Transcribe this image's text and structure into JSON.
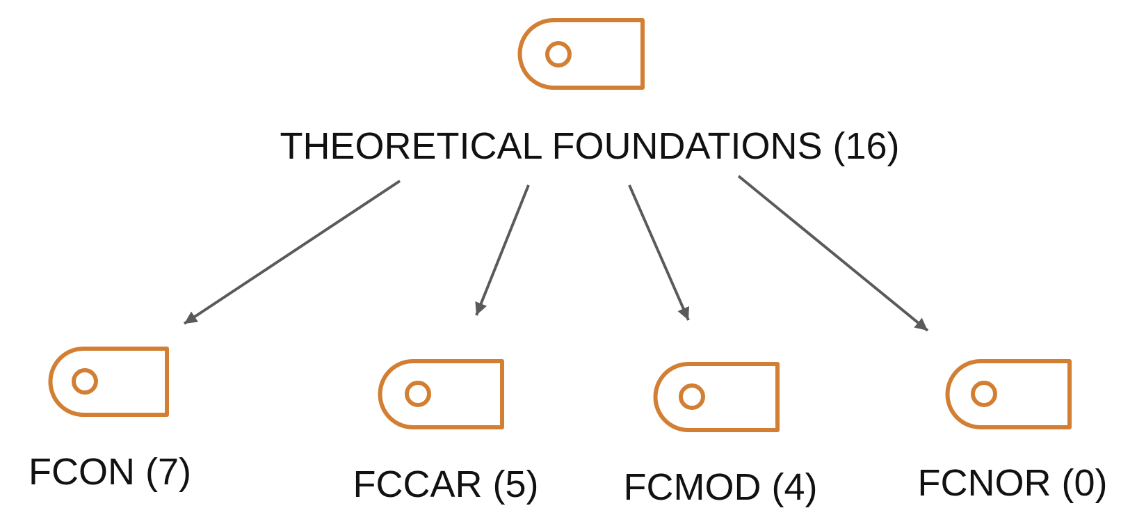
{
  "diagram": {
    "root": {
      "label": "THEORETICAL FOUNDATIONS (16)",
      "icon": "tag-icon"
    },
    "children": [
      {
        "label": "FCON (7)",
        "icon": "tag-icon"
      },
      {
        "label": "FCCAR (5)",
        "icon": "tag-icon"
      },
      {
        "label": "FCMOD (4)",
        "icon": "tag-icon"
      },
      {
        "label": "FCNOR (0)",
        "icon": "tag-icon"
      }
    ],
    "colors": {
      "icon": "#d27f33",
      "edge": "#5a5a5a",
      "text": "#111111"
    }
  }
}
